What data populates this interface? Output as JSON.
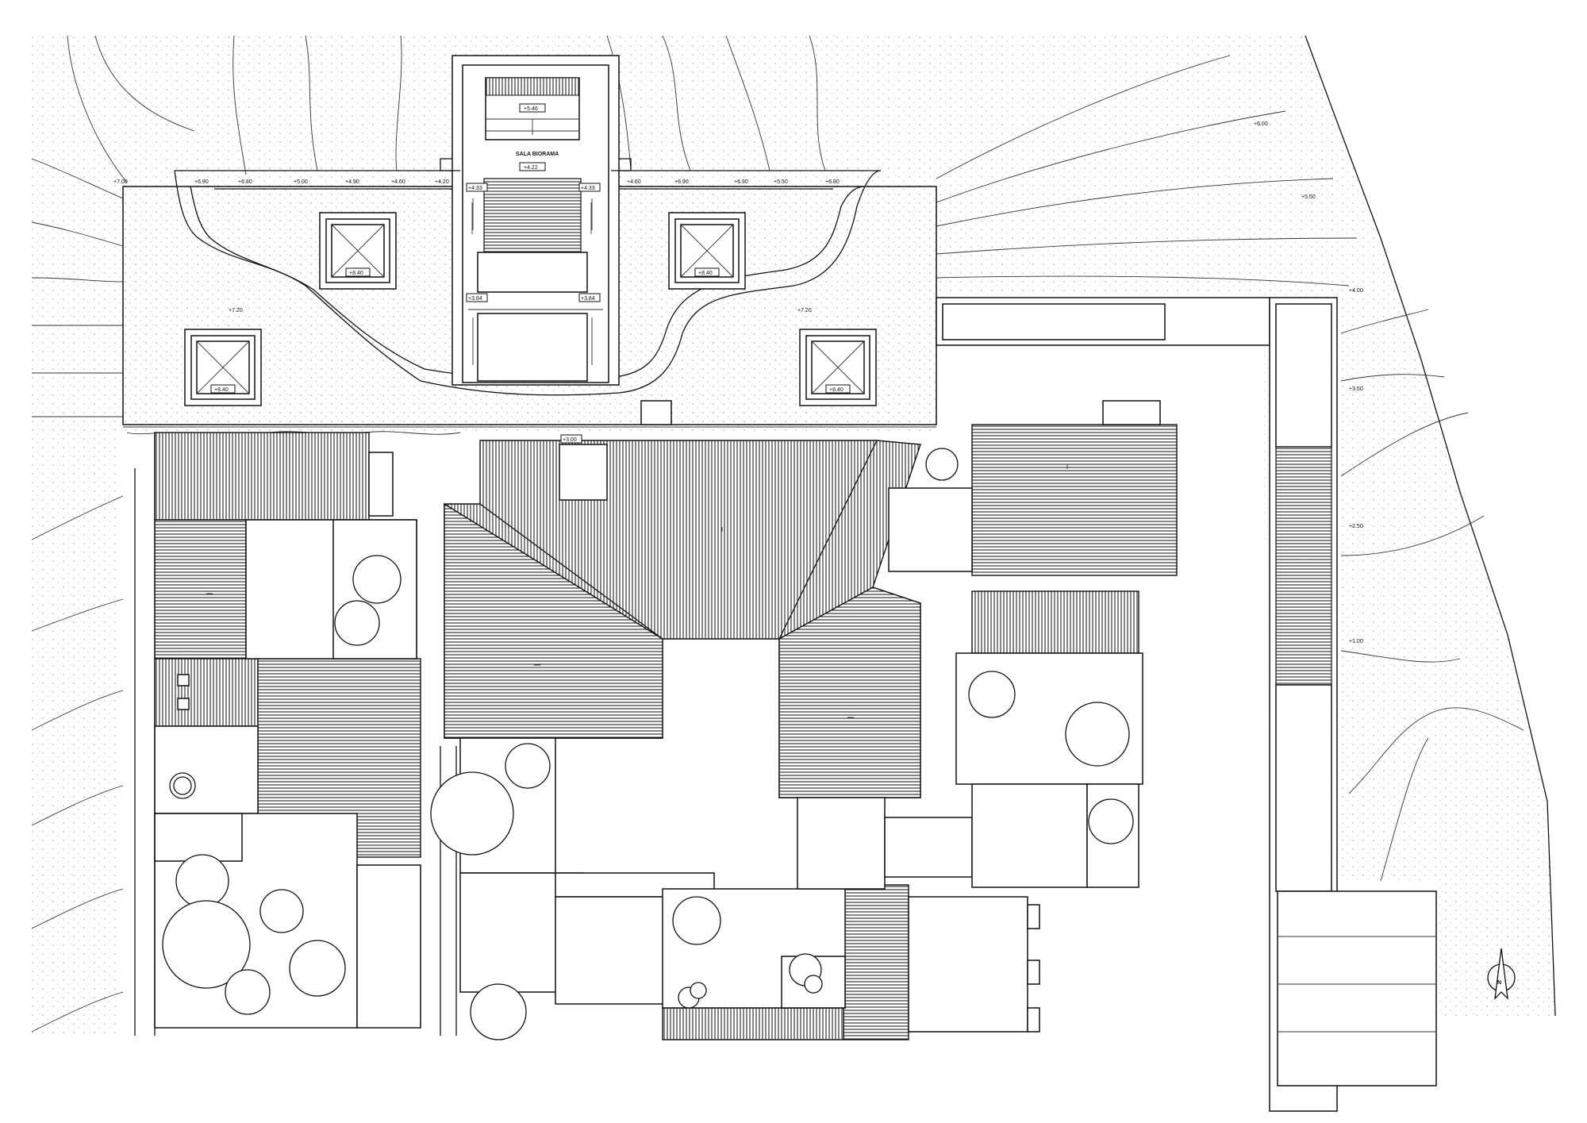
{
  "plan": {
    "room_title": "SALA BIORAMA",
    "elev_top_stair": "+5.46",
    "elev_room": "+4.22",
    "elev_stair_left": "+4.33",
    "elev_stair_right": "+4.33",
    "elev_landing_left": "+3.84",
    "elev_landing_right": "+3.84",
    "elev_skylight_1": "+8.40",
    "elev_skylight_2": "+8.40",
    "elev_skylight_3": "+8.40",
    "elev_skylight_4": "+8.40",
    "elev_roof_left": "+7.20",
    "elev_roof_right": "+7.20",
    "elev_path": "+3.00",
    "edge_elevations": [
      "+7.00",
      "+6.90",
      "+6.80",
      "+5.00",
      "+4.90",
      "+4.60",
      "+4.20",
      "+4.60",
      "+6.90",
      "+6.90",
      "+5.50",
      "+6.80"
    ],
    "terrain_elevations": [
      "+6.00",
      "+5.50",
      "+4.00",
      "+3.50",
      "+2.50",
      "+1.00"
    ],
    "north_letter": "N"
  }
}
